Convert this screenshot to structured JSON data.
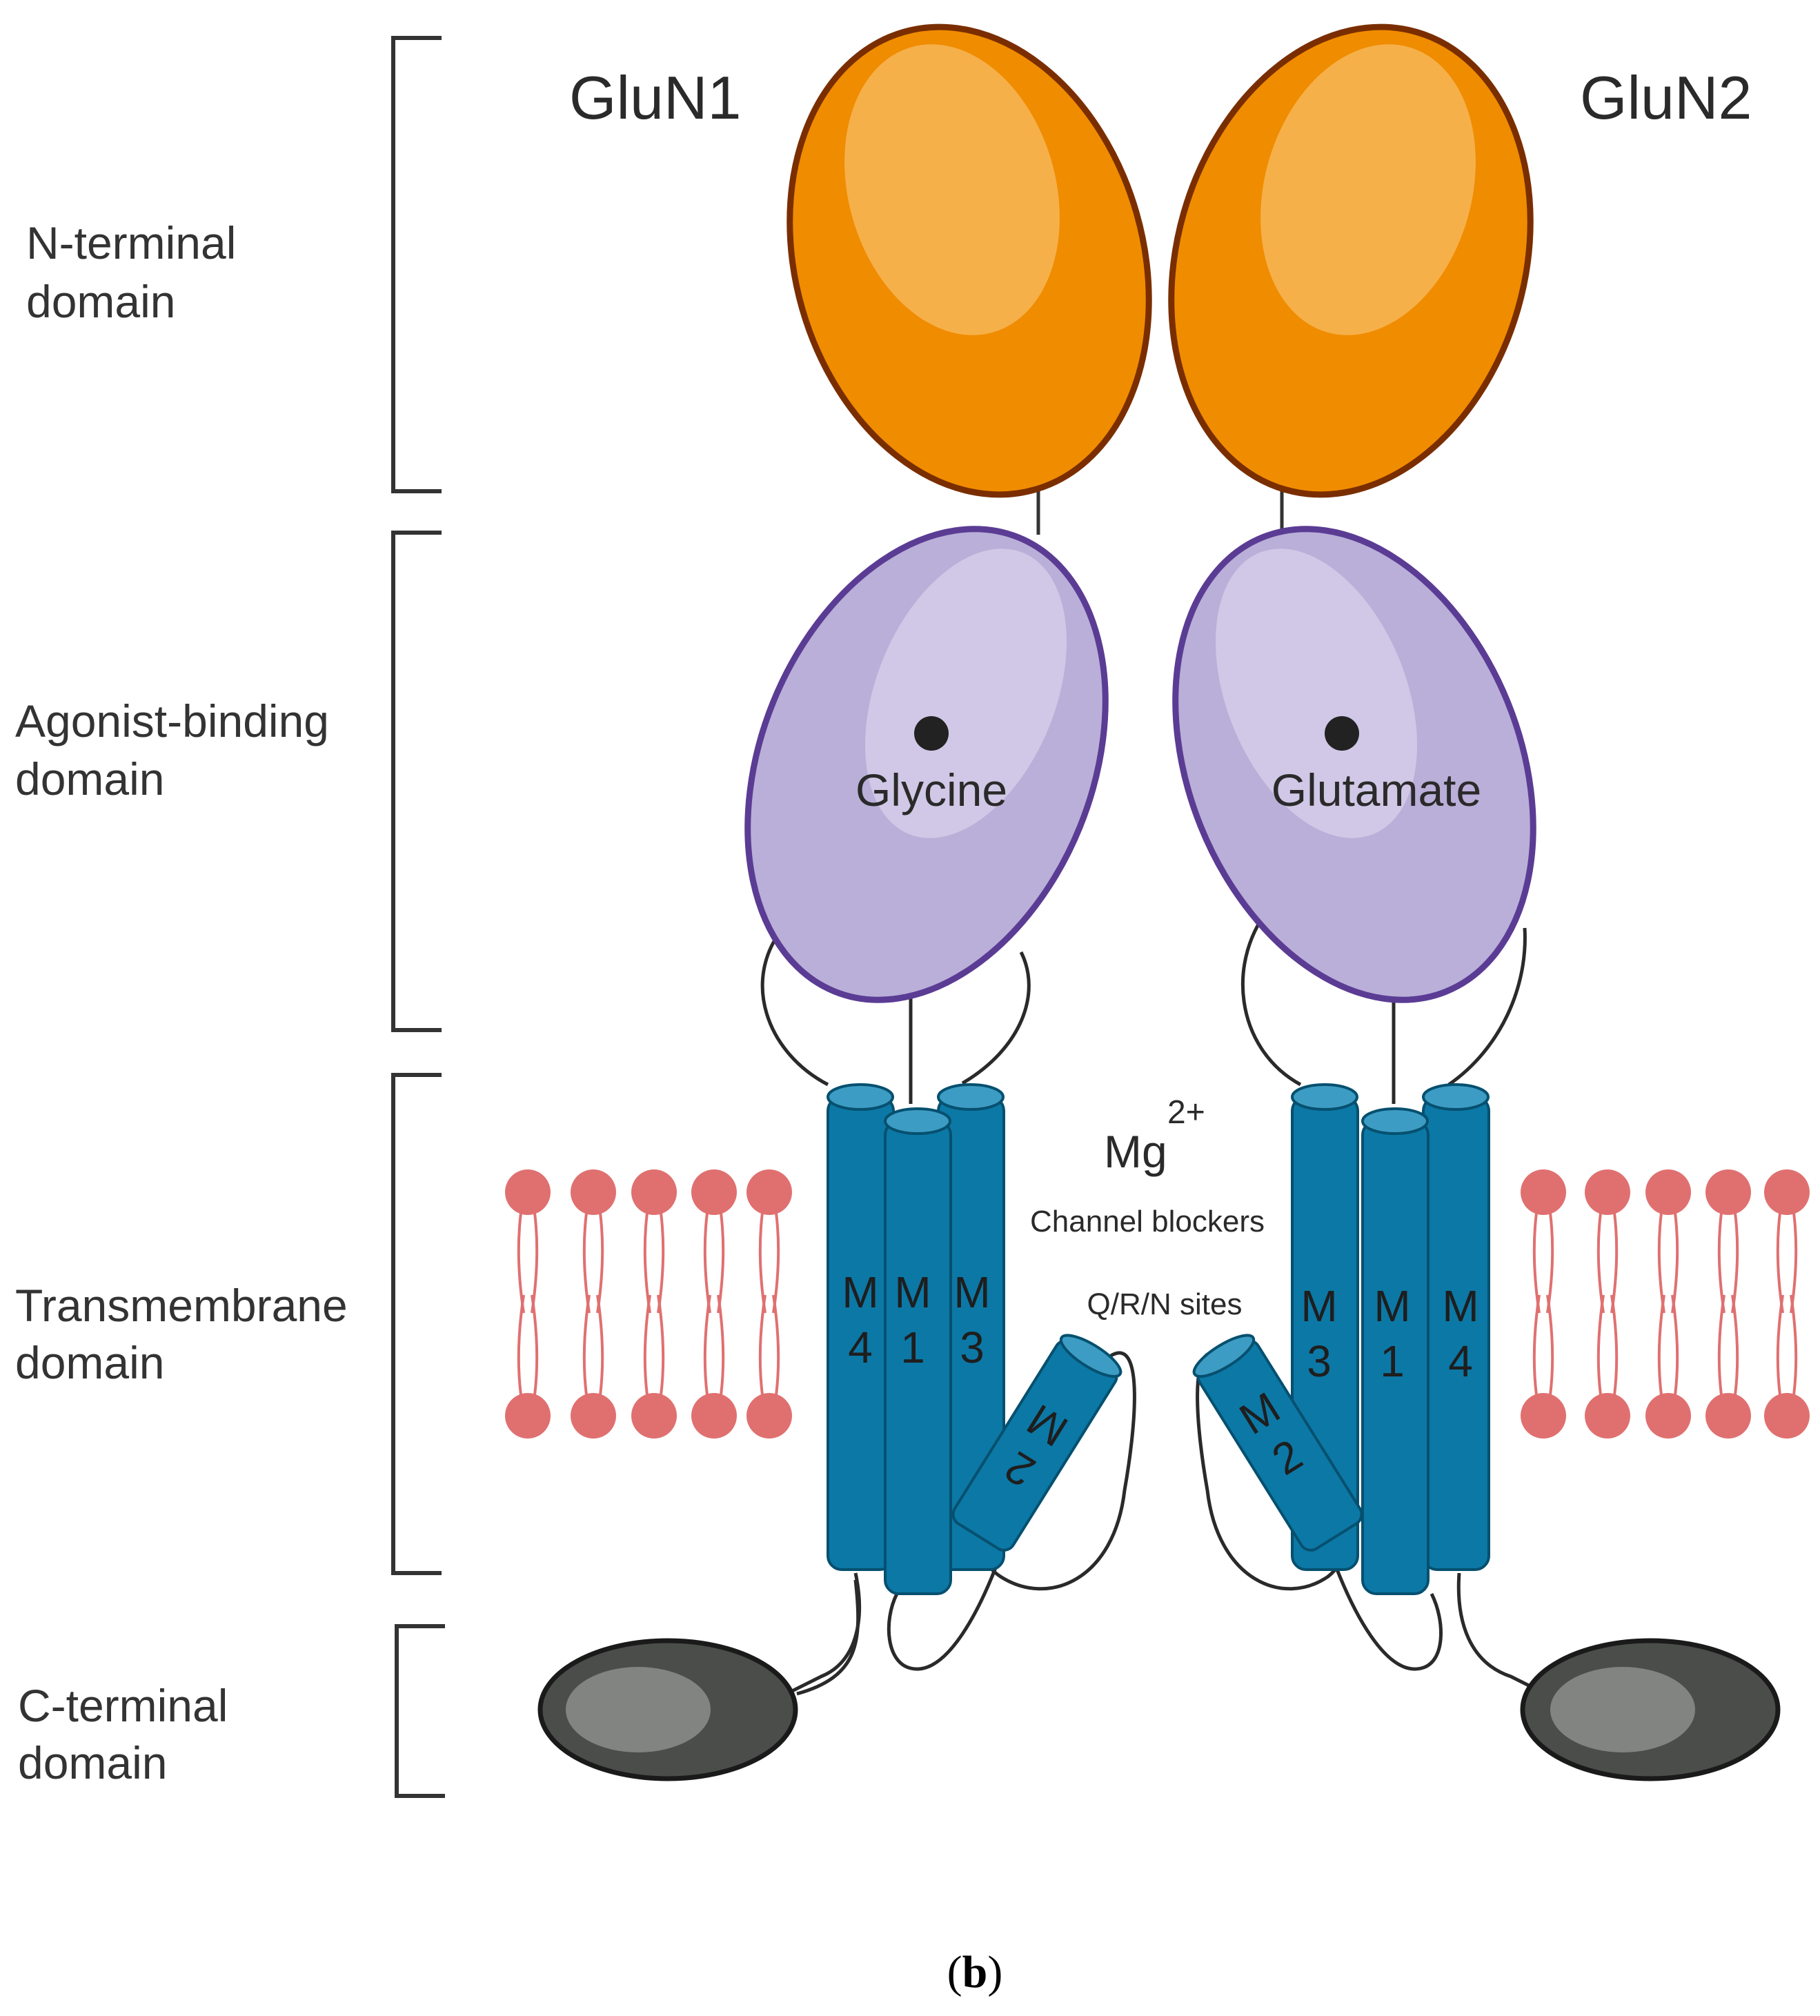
{
  "domains": {
    "n_terminal": [
      "N-terminal",
      "domain"
    ],
    "agonist_binding": [
      "Agonist-binding",
      "domain"
    ],
    "transmembrane": [
      "Transmembrane",
      "domain"
    ],
    "c_terminal": [
      "C-terminal",
      "domain"
    ]
  },
  "subunits": {
    "left": "GluN1",
    "right": "GluN2"
  },
  "ligands": {
    "left": "Glycine",
    "right": "Glutamate"
  },
  "pore": {
    "ion": "Mg",
    "ion_charge": "2+",
    "blockers": "Channel blockers",
    "sites": "Q/R/N sites"
  },
  "helices": {
    "m4": [
      "M",
      "4"
    ],
    "m1": [
      "M",
      "1"
    ],
    "m3": [
      "M",
      "3"
    ],
    "m2": [
      "M",
      "2"
    ]
  },
  "panel": {
    "open": "(",
    "letter": "b",
    "close": ")"
  },
  "colors": {
    "ntd_fill": "#f08c00",
    "ntd_highlight": "#f6b04a",
    "ntd_stroke": "#7a2e00",
    "abd_fill": "#b9afd8",
    "abd_highlight": "#d0c8e6",
    "abd_stroke": "#5b3c94",
    "helix_fill": "#0c78a6",
    "helix_top": "#3d9cc3",
    "lipid": "#e07070",
    "ctd_fill": "#4a4d4a",
    "ctd_highlight": "#818481"
  }
}
